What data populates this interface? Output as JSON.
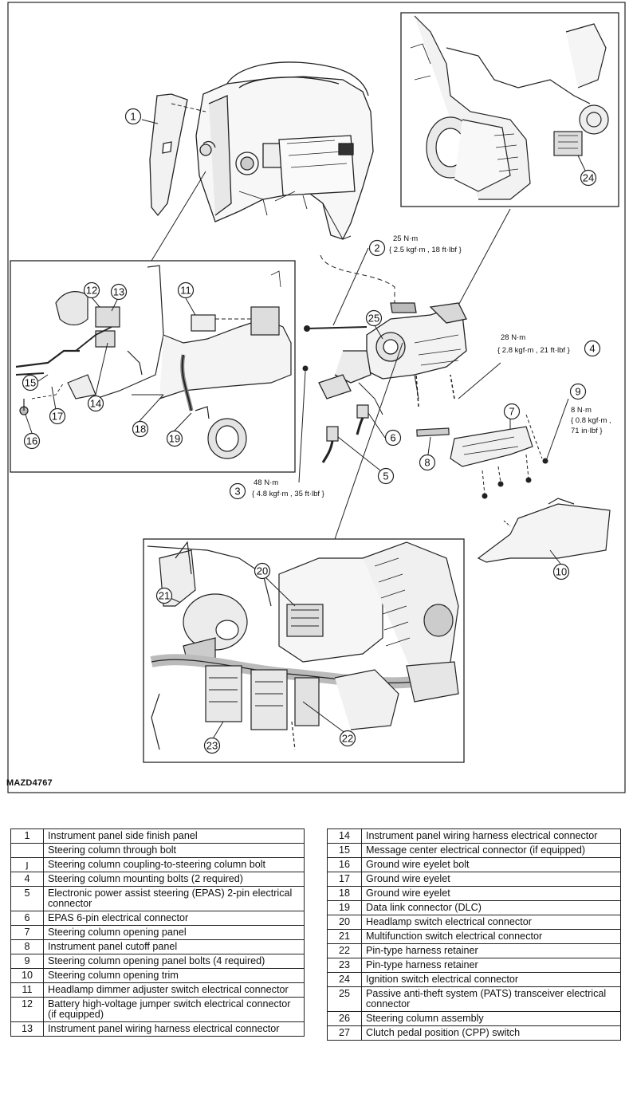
{
  "figure_code": "MAZD4767",
  "callouts": [
    "1",
    "2",
    "3",
    "4",
    "5",
    "6",
    "7",
    "8",
    "9",
    "10",
    "11",
    "12",
    "13",
    "14",
    "15",
    "16",
    "17",
    "18",
    "19",
    "20",
    "21",
    "22",
    "23",
    "24",
    "25"
  ],
  "torque": {
    "t2": {
      "line1": "25 N·m",
      "line2": "{ 2.5 kgf·m , 18 ft·lbf }"
    },
    "t3": {
      "line1": "48 N·m",
      "line2": "{ 4.8 kgf·m , 35 ft·lbf }"
    },
    "t4": {
      "line1": "28 N·m",
      "line2": "{ 2.8 kgf·m , 21 ft·lbf }"
    },
    "t9": {
      "line1": "8 N·m",
      "line2": "{ 0.8 kgf·m ,",
      "line3": "71 in·lbf }"
    }
  },
  "legend_left": [
    {
      "num": "1",
      "text": "Instrument panel side finish panel"
    },
    {
      "num": "",
      "text": "Steering column through bolt"
    },
    {
      "num": "ȷ",
      "text": "Steering column coupling-to-steering column bolt"
    },
    {
      "num": "4",
      "text": "Steering column mounting bolts (2 required)"
    },
    {
      "num": "5",
      "text": "Electronic power assist steering (EPAS) 2-pin electrical connector"
    },
    {
      "num": "6",
      "text": "EPAS 6-pin electrical connector"
    },
    {
      "num": "7",
      "text": "Steering column opening panel"
    },
    {
      "num": "8",
      "text": "Instrument panel cutoff panel"
    },
    {
      "num": "9",
      "text": "Steering column opening panel bolts (4 required)"
    },
    {
      "num": "10",
      "text": "Steering column opening trim"
    },
    {
      "num": "11",
      "text": "Headlamp dimmer adjuster switch electrical connector"
    },
    {
      "num": "12",
      "text": "Battery high-voltage jumper switch electrical connector (if equipped)"
    },
    {
      "num": "13",
      "text": "Instrument panel wiring harness electrical connector"
    }
  ],
  "legend_right": [
    {
      "num": "14",
      "text": "Instrument panel wiring harness electrical connector"
    },
    {
      "num": "15",
      "text": "Message center electrical connector (if equipped)"
    },
    {
      "num": "16",
      "text": "Ground wire eyelet bolt"
    },
    {
      "num": "17",
      "text": "Ground wire eyelet"
    },
    {
      "num": "18",
      "text": "Ground wire eyelet"
    },
    {
      "num": "19",
      "text": "Data link connector (DLC)"
    },
    {
      "num": "20",
      "text": "Headlamp switch electrical connector"
    },
    {
      "num": "21",
      "text": "Multifunction switch electrical connector"
    },
    {
      "num": "22",
      "text": "Pin-type harness retainer"
    },
    {
      "num": "23",
      "text": "Pin-type harness retainer"
    },
    {
      "num": "24",
      "text": "Ignition switch electrical connector"
    },
    {
      "num": "25",
      "text": "Passive anti-theft system (PATS) transceiver electrical connector"
    },
    {
      "num": "26",
      "text": "Steering column assembly"
    },
    {
      "num": "27",
      "text": "Clutch pedal position (CPP) switch"
    }
  ]
}
